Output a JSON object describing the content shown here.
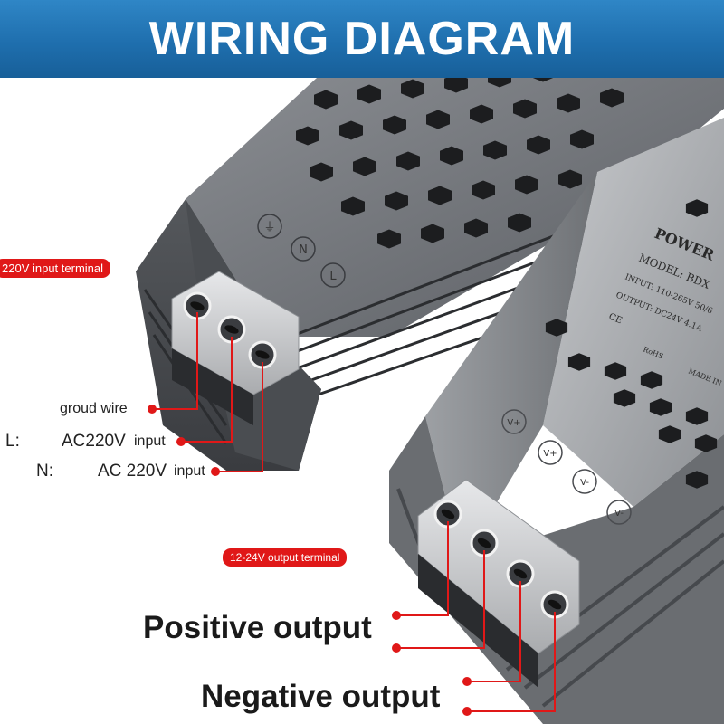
{
  "banner": {
    "title": "WIRING DIAGRAM",
    "color": "#1f6fae"
  },
  "terminals": {
    "input_pill": "220V input terminal",
    "output_pill": "12-24V output terminal",
    "pill_color": "#e01818"
  },
  "input_labels": {
    "ground": "groud wire",
    "l_prefix": "L:",
    "l_text": "AC220V",
    "l_suffix": "input",
    "n_prefix": "N:",
    "n_text": "AC 220V",
    "n_suffix": "input"
  },
  "output_labels": {
    "positive": "Positive output",
    "negative": "Negative output"
  },
  "device_a": {
    "symbols": [
      "⏚",
      "N",
      "L"
    ]
  },
  "device_b": {
    "brand": "POWER",
    "model": "MODEL: BDX",
    "input": "INPUT: 110-265V  50/6",
    "output": "OUTPUT: DC24V    4.1A",
    "marks": [
      "CE",
      "RoHS",
      "MADE IN"
    ],
    "terminal_symbols": [
      "V+",
      "V+",
      "V-",
      "V-"
    ]
  }
}
